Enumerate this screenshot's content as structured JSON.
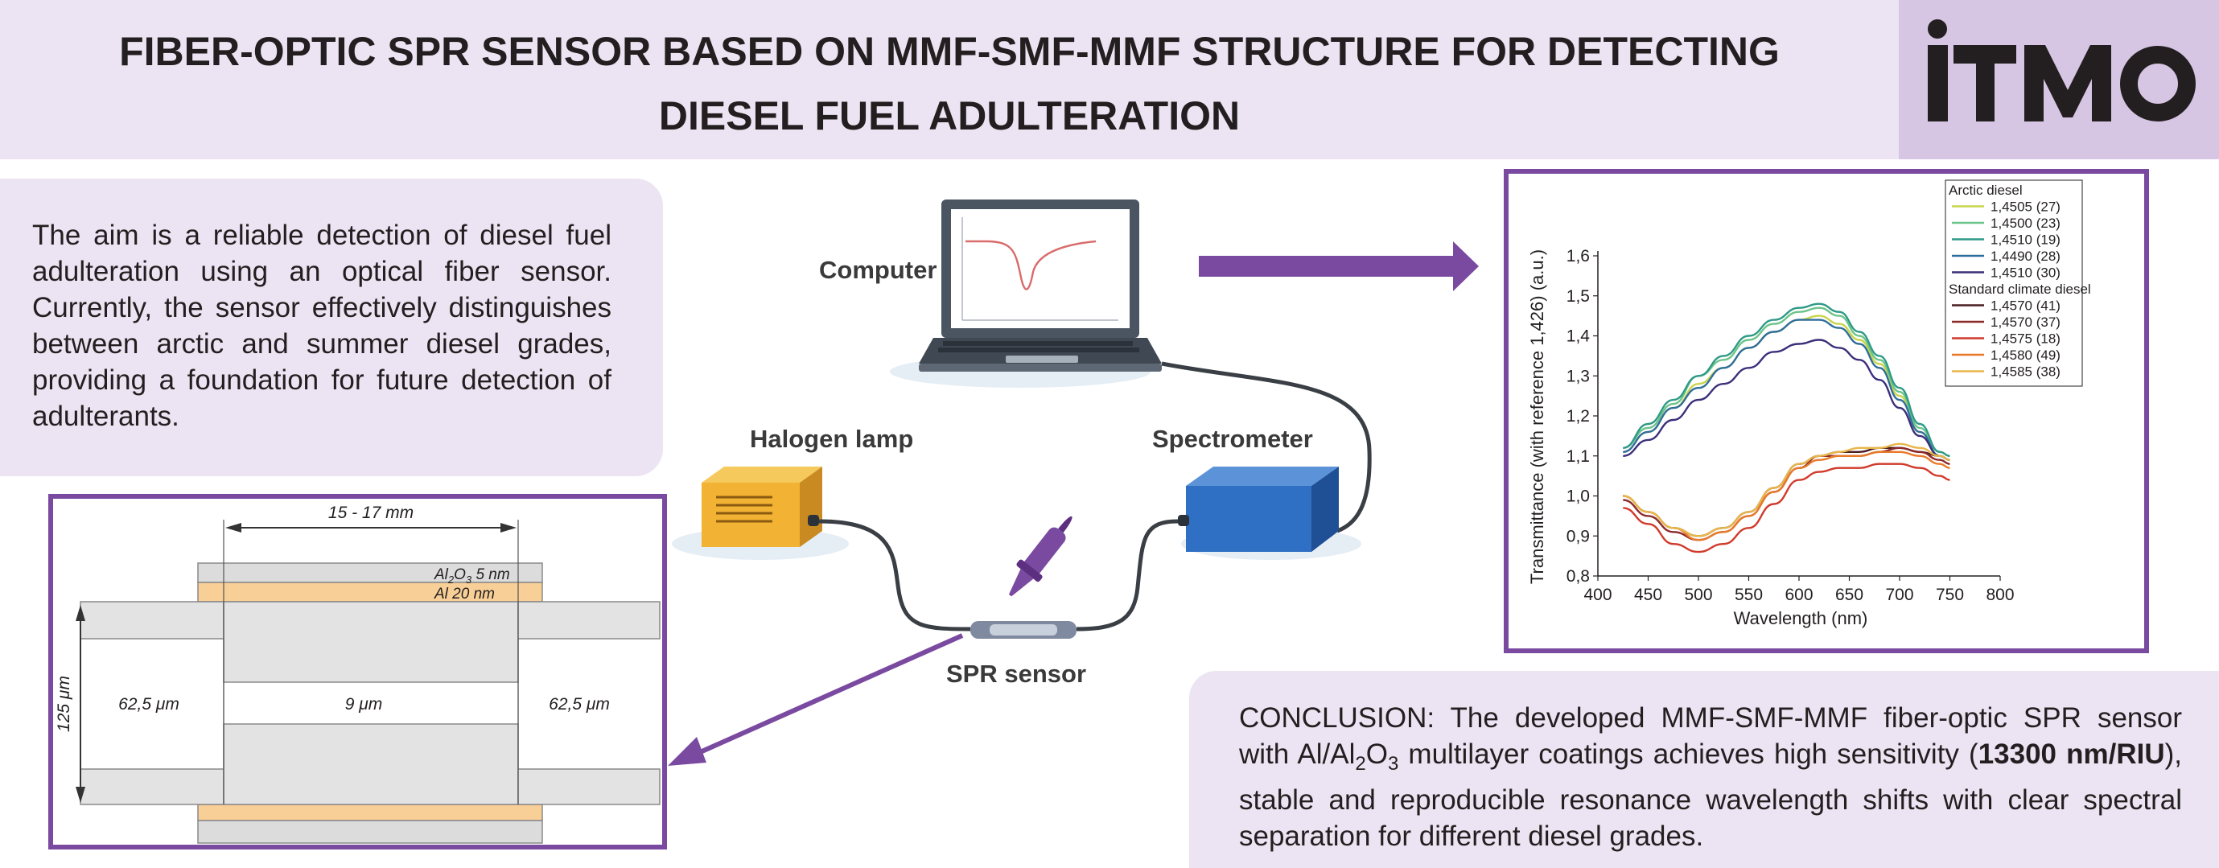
{
  "header": {
    "title_line1": "FIBER-OPTIC SPR SENSOR BASED ON MMF-SMF-MMF STRUCTURE FOR DETECTING",
    "title_line2": "DIESEL FUEL ADULTERATION",
    "logo_text": "ITMO"
  },
  "aim": {
    "text": "The aim is a reliable detection of diesel fuel adulteration using an optical fiber sensor. Currently, the sensor effectively distinguishes between arctic and summer diesel grades, providing a foundation for future detection of adulterants."
  },
  "setup": {
    "computer_label": "Computer",
    "lamp_label": "Halogen lamp",
    "spectrometer_label": "Spectrometer",
    "sensor_label": "SPR sensor",
    "colors": {
      "arrow": "#7a4aa0",
      "lamp": "#f2b233",
      "spectrometer": "#2f6fc4"
    }
  },
  "geometry": {
    "length_label": "15 - 17 mm",
    "al2o3_label": "5 nm",
    "al_label": "Al 20 nm",
    "height_label": "125 μm",
    "left_core_label": "62,5 μm",
    "center_core_label": "9 μm",
    "right_core_label": "62,5 μm",
    "colors": {
      "cladding": "#e3e3e3",
      "coating": "#f8cf96"
    }
  },
  "chart_data": {
    "type": "line",
    "xlabel": "Wavelength (nm)",
    "ylabel": "Transmittance (with reference 1,426) (a.u.)",
    "xlim": [
      400,
      800
    ],
    "ylim": [
      0.8,
      1.6
    ],
    "xticks": [
      "400",
      "450",
      "500",
      "550",
      "600",
      "650",
      "700",
      "750",
      "800"
    ],
    "yticks": [
      "0,8",
      "0,9",
      "1,0",
      "1,1",
      "1,2",
      "1,3",
      "1,4",
      "1,5",
      "1,6"
    ],
    "legend_placement": "top-right",
    "x": [
      425,
      450,
      475,
      500,
      525,
      550,
      575,
      600,
      620,
      640,
      660,
      680,
      700,
      720,
      740,
      750
    ],
    "groups": [
      {
        "title": "Arctic diesel",
        "series": [
          {
            "name": "1,4505 (27)",
            "color": "#c9d44a",
            "values": [
              1.11,
              1.16,
              1.22,
              1.28,
              1.32,
              1.37,
              1.41,
              1.44,
              1.45,
              1.43,
              1.39,
              1.33,
              1.25,
              1.16,
              1.1,
              1.09
            ]
          },
          {
            "name": "1,4500 (23)",
            "color": "#6cc48a",
            "values": [
              1.12,
              1.17,
              1.23,
              1.3,
              1.34,
              1.39,
              1.43,
              1.46,
              1.47,
              1.45,
              1.4,
              1.34,
              1.26,
              1.17,
              1.11,
              1.1
            ]
          },
          {
            "name": "1,4510 (19)",
            "color": "#2f9a87",
            "values": [
              1.12,
              1.18,
              1.24,
              1.3,
              1.35,
              1.4,
              1.44,
              1.47,
              1.48,
              1.46,
              1.41,
              1.35,
              1.27,
              1.18,
              1.11,
              1.1
            ]
          },
          {
            "name": "1,4490 (28)",
            "color": "#2f6e9c",
            "values": [
              1.11,
              1.16,
              1.22,
              1.27,
              1.32,
              1.37,
              1.41,
              1.44,
              1.44,
              1.42,
              1.38,
              1.32,
              1.24,
              1.16,
              1.1,
              1.09
            ]
          },
          {
            "name": "1,4510 (30)",
            "color": "#3b2f7a",
            "values": [
              1.1,
              1.14,
              1.19,
              1.24,
              1.28,
              1.32,
              1.36,
              1.38,
              1.39,
              1.37,
              1.34,
              1.29,
              1.22,
              1.15,
              1.1,
              1.09
            ]
          }
        ]
      },
      {
        "title": "Standard climate diesel",
        "series": [
          {
            "name": "1,4570 (41)",
            "color": "#4a1e22",
            "values": [
              1.0,
              0.96,
              0.92,
              0.9,
              0.92,
              0.96,
              1.02,
              1.08,
              1.1,
              1.11,
              1.11,
              1.12,
              1.12,
              1.11,
              1.1,
              1.09
            ]
          },
          {
            "name": "1,4570 (37)",
            "color": "#8c2a2a",
            "values": [
              0.99,
              0.95,
              0.91,
              0.89,
              0.91,
              0.95,
              1.01,
              1.07,
              1.1,
              1.1,
              1.1,
              1.11,
              1.12,
              1.11,
              1.09,
              1.08
            ]
          },
          {
            "name": "1,4575 (18)",
            "color": "#d03a2a",
            "values": [
              0.97,
              0.93,
              0.88,
              0.86,
              0.88,
              0.92,
              0.98,
              1.04,
              1.06,
              1.07,
              1.07,
              1.08,
              1.08,
              1.07,
              1.05,
              1.04
            ]
          },
          {
            "name": "1,4580 (49)",
            "color": "#e87a2a",
            "values": [
              1.0,
              0.96,
              0.92,
              0.89,
              0.91,
              0.95,
              1.01,
              1.07,
              1.09,
              1.1,
              1.1,
              1.11,
              1.11,
              1.1,
              1.08,
              1.07
            ]
          },
          {
            "name": "1,4585 (38)",
            "color": "#e8b64a",
            "values": [
              1.0,
              0.96,
              0.92,
              0.9,
              0.92,
              0.96,
              1.02,
              1.08,
              1.1,
              1.11,
              1.12,
              1.12,
              1.13,
              1.12,
              1.1,
              1.09
            ]
          }
        ]
      }
    ]
  },
  "conclusion": {
    "part1": "CONCLUSION: The developed MMF-SMF-MMF fiber-optic SPR sensor with Al/Al",
    "sub1": "2",
    "part2": "O",
    "sub2": "3",
    "part3": " multilayer coatings achieves high sensitivity (",
    "bold": "13300 nm/RIU",
    "part4": "), stable and reproducible resonance wavelength shifts with clear spectral separation for different diesel grades."
  }
}
